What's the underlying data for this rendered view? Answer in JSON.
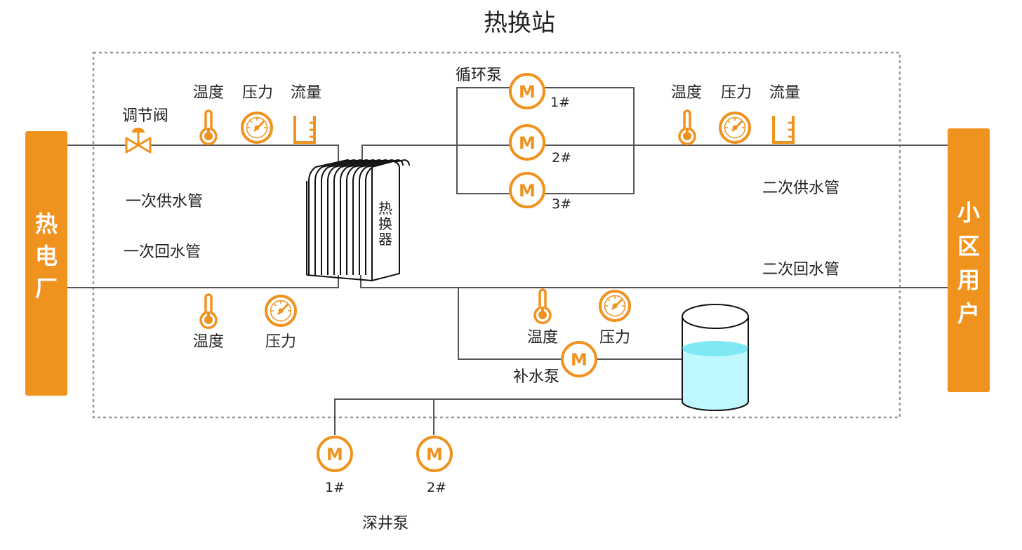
{
  "title": "热换站",
  "colors": {
    "accent": "#f0921e",
    "pipe": "#555555",
    "water": "#bff9ff",
    "water_top": "#7ee9f4"
  },
  "left_panel": {
    "chars": [
      "热",
      "电",
      "厂"
    ]
  },
  "right_panel": {
    "chars": [
      "小",
      "区",
      "用",
      "户"
    ]
  },
  "valve": {
    "label": "调节阀",
    "icon": "valve-icon"
  },
  "primary_supply": {
    "pipe_label": "一次供水管",
    "temp_label": "温度",
    "pressure_label": "压力",
    "flow_label": "流量"
  },
  "primary_return": {
    "pipe_label": "一次回水管",
    "temp_label": "温度",
    "pressure_label": "压力"
  },
  "heat_exchanger": {
    "chars": [
      "热",
      "换",
      "器"
    ]
  },
  "circulation_pumps": {
    "label": "循环泵",
    "pumps": [
      {
        "glyph": "M",
        "id": "1#"
      },
      {
        "glyph": "M",
        "id": "2#"
      },
      {
        "glyph": "M",
        "id": "3#"
      }
    ]
  },
  "secondary_supply": {
    "pipe_label": "二次供水管",
    "temp_label": "温度",
    "pressure_label": "压力",
    "flow_label": "流量"
  },
  "secondary_return": {
    "pipe_label": "二次回水管",
    "temp_label": "温度",
    "pressure_label": "压力"
  },
  "makeup_pump": {
    "label": "补水泵",
    "glyph": "M"
  },
  "deep_well_pumps": {
    "label": "深井泵",
    "pumps": [
      {
        "glyph": "M",
        "id": "1#"
      },
      {
        "glyph": "M",
        "id": "2#"
      }
    ]
  }
}
